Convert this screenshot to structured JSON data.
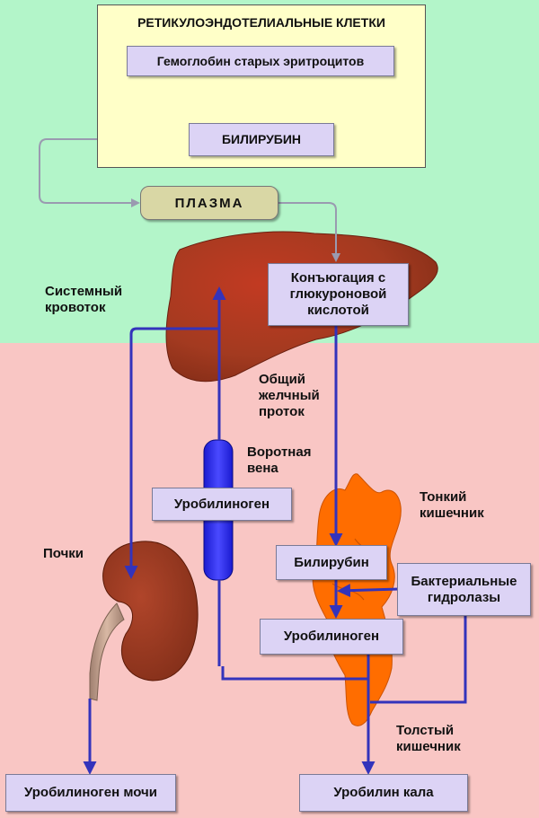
{
  "reticulo": {
    "title": "РЕТИКУЛОЭНДОТЕЛИАЛЬНЫЕ КЛЕТКИ",
    "hemoglobin": "Гемоглобин старых эритроцитов",
    "bilirubin": "БИЛИРУБИН"
  },
  "plasma": "ПЛАЗМА",
  "liver": {
    "conjugation": "Конъюгация с\nглюкуроновой\nкислотой"
  },
  "labels": {
    "systemic": "Системный\nкровоток",
    "bile_duct": "Общий\nжелчный\nпроток",
    "portal_vein": "Воротная\nвена",
    "small_intestine": "Тонкий\nкишечник",
    "kidneys": "Почки",
    "large_intestine": "Толстый\nкишечник"
  },
  "boxes": {
    "urobilinogen_portal": "Уробилиноген",
    "bilirubin_intestine": "Билирубин",
    "bacterial_hydrolases": "Бактериальные\nгидролазы",
    "urobilinogen_intestine": "Уробилиноген",
    "urine_urobilinogen": "Уробилиноген мочи",
    "fecal_urobilin": "Уробилин кала"
  },
  "colors": {
    "top_zone": "#b3f5c9",
    "bottom_zone": "#f9c6c4",
    "panel": "#ffffc8",
    "box": "#dcd3f5",
    "liver": "#a4391f",
    "intestine": "#ff6d00",
    "portal_vein": "#2b2bff",
    "arrow": "#3333bb"
  }
}
